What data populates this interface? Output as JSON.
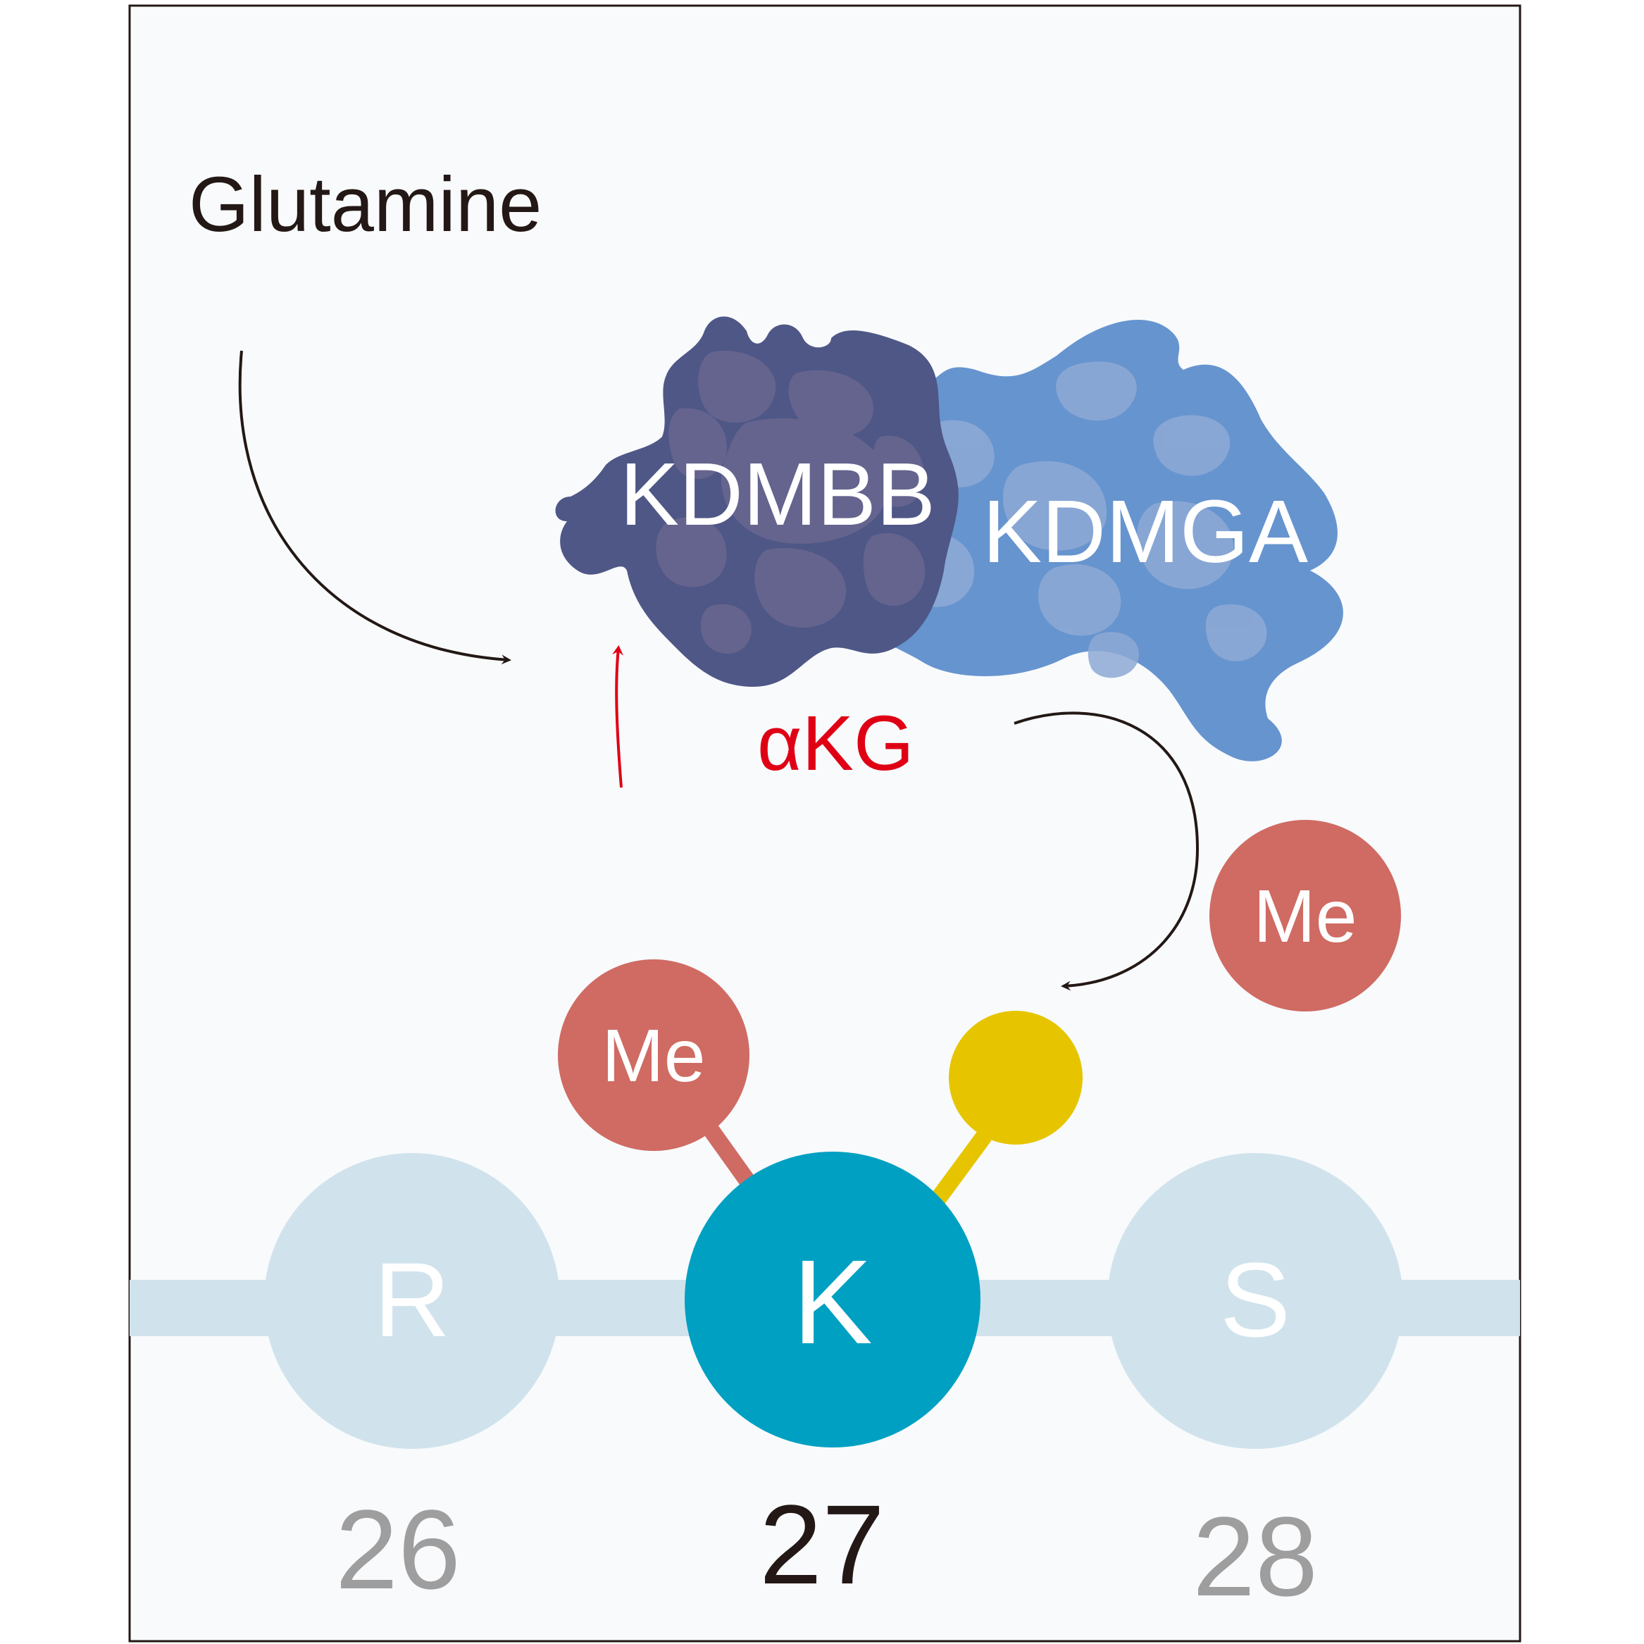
{
  "title": "Glutamine",
  "enzymes": [
    {
      "name": "KDMBB",
      "color": "#4e5786"
    },
    {
      "name": "KDMGA",
      "color": "#6694cf"
    }
  ],
  "metabolite": {
    "label": "αKG",
    "color": "#e00015"
  },
  "methyl_free": {
    "label": "Me"
  },
  "methyl_bound": {
    "label": "Me"
  },
  "residues": [
    {
      "letter": "R",
      "position": "26",
      "state": "faded"
    },
    {
      "letter": "K",
      "position": "27",
      "state": "active"
    },
    {
      "letter": "S",
      "position": "28",
      "state": "faded"
    }
  ],
  "colors": {
    "background": "#f8fafc",
    "border": "#231815",
    "backbone": "#d0e3ec",
    "faded_residue": "#d0e3ec",
    "active_residue": "#00a0c2",
    "methyl": "#cf6b63",
    "acceptor": "#e6c500",
    "arrow_black": "#231815",
    "arrow_red": "#e00015",
    "number_faded": "#9e9e9f",
    "number_active": "#231815"
  }
}
